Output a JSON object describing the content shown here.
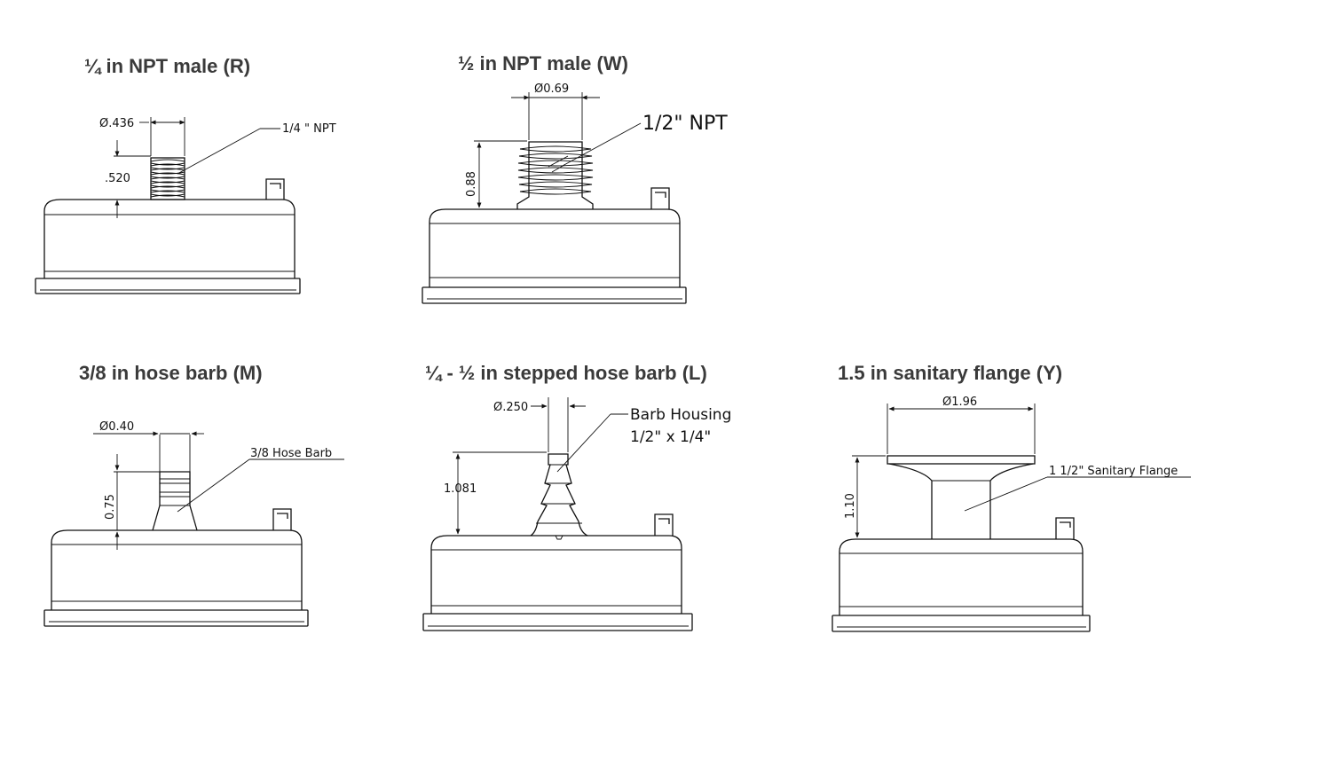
{
  "views": [
    {
      "id": "R",
      "title": "¼ in NPT male (R)",
      "dim_diameter": "Ø.436",
      "dim_height": ".520",
      "callout": "1/4 \" NPT"
    },
    {
      "id": "W",
      "title": "½ in NPT male (W)",
      "dim_diameter": "Ø0.69",
      "dim_height": "0.88",
      "callout": "1/2\" NPT"
    },
    {
      "id": "M",
      "title": "3/8 in hose barb (M)",
      "dim_diameter": "Ø0.40",
      "dim_height": "0.75",
      "callout": "3/8 Hose Barb"
    },
    {
      "id": "L",
      "title": "¼ - ½ in stepped hose barb (L)",
      "dim_diameter": "Ø.250",
      "dim_height": "1.081",
      "callout_line1": "Barb Housing",
      "callout_line2": "1/2\" x 1/4\""
    },
    {
      "id": "Y",
      "title": "1.5 in sanitary flange (Y)",
      "dim_diameter": "Ø1.96",
      "dim_height": "1.10",
      "callout": "1 1/2\" Sanitary Flange"
    }
  ]
}
